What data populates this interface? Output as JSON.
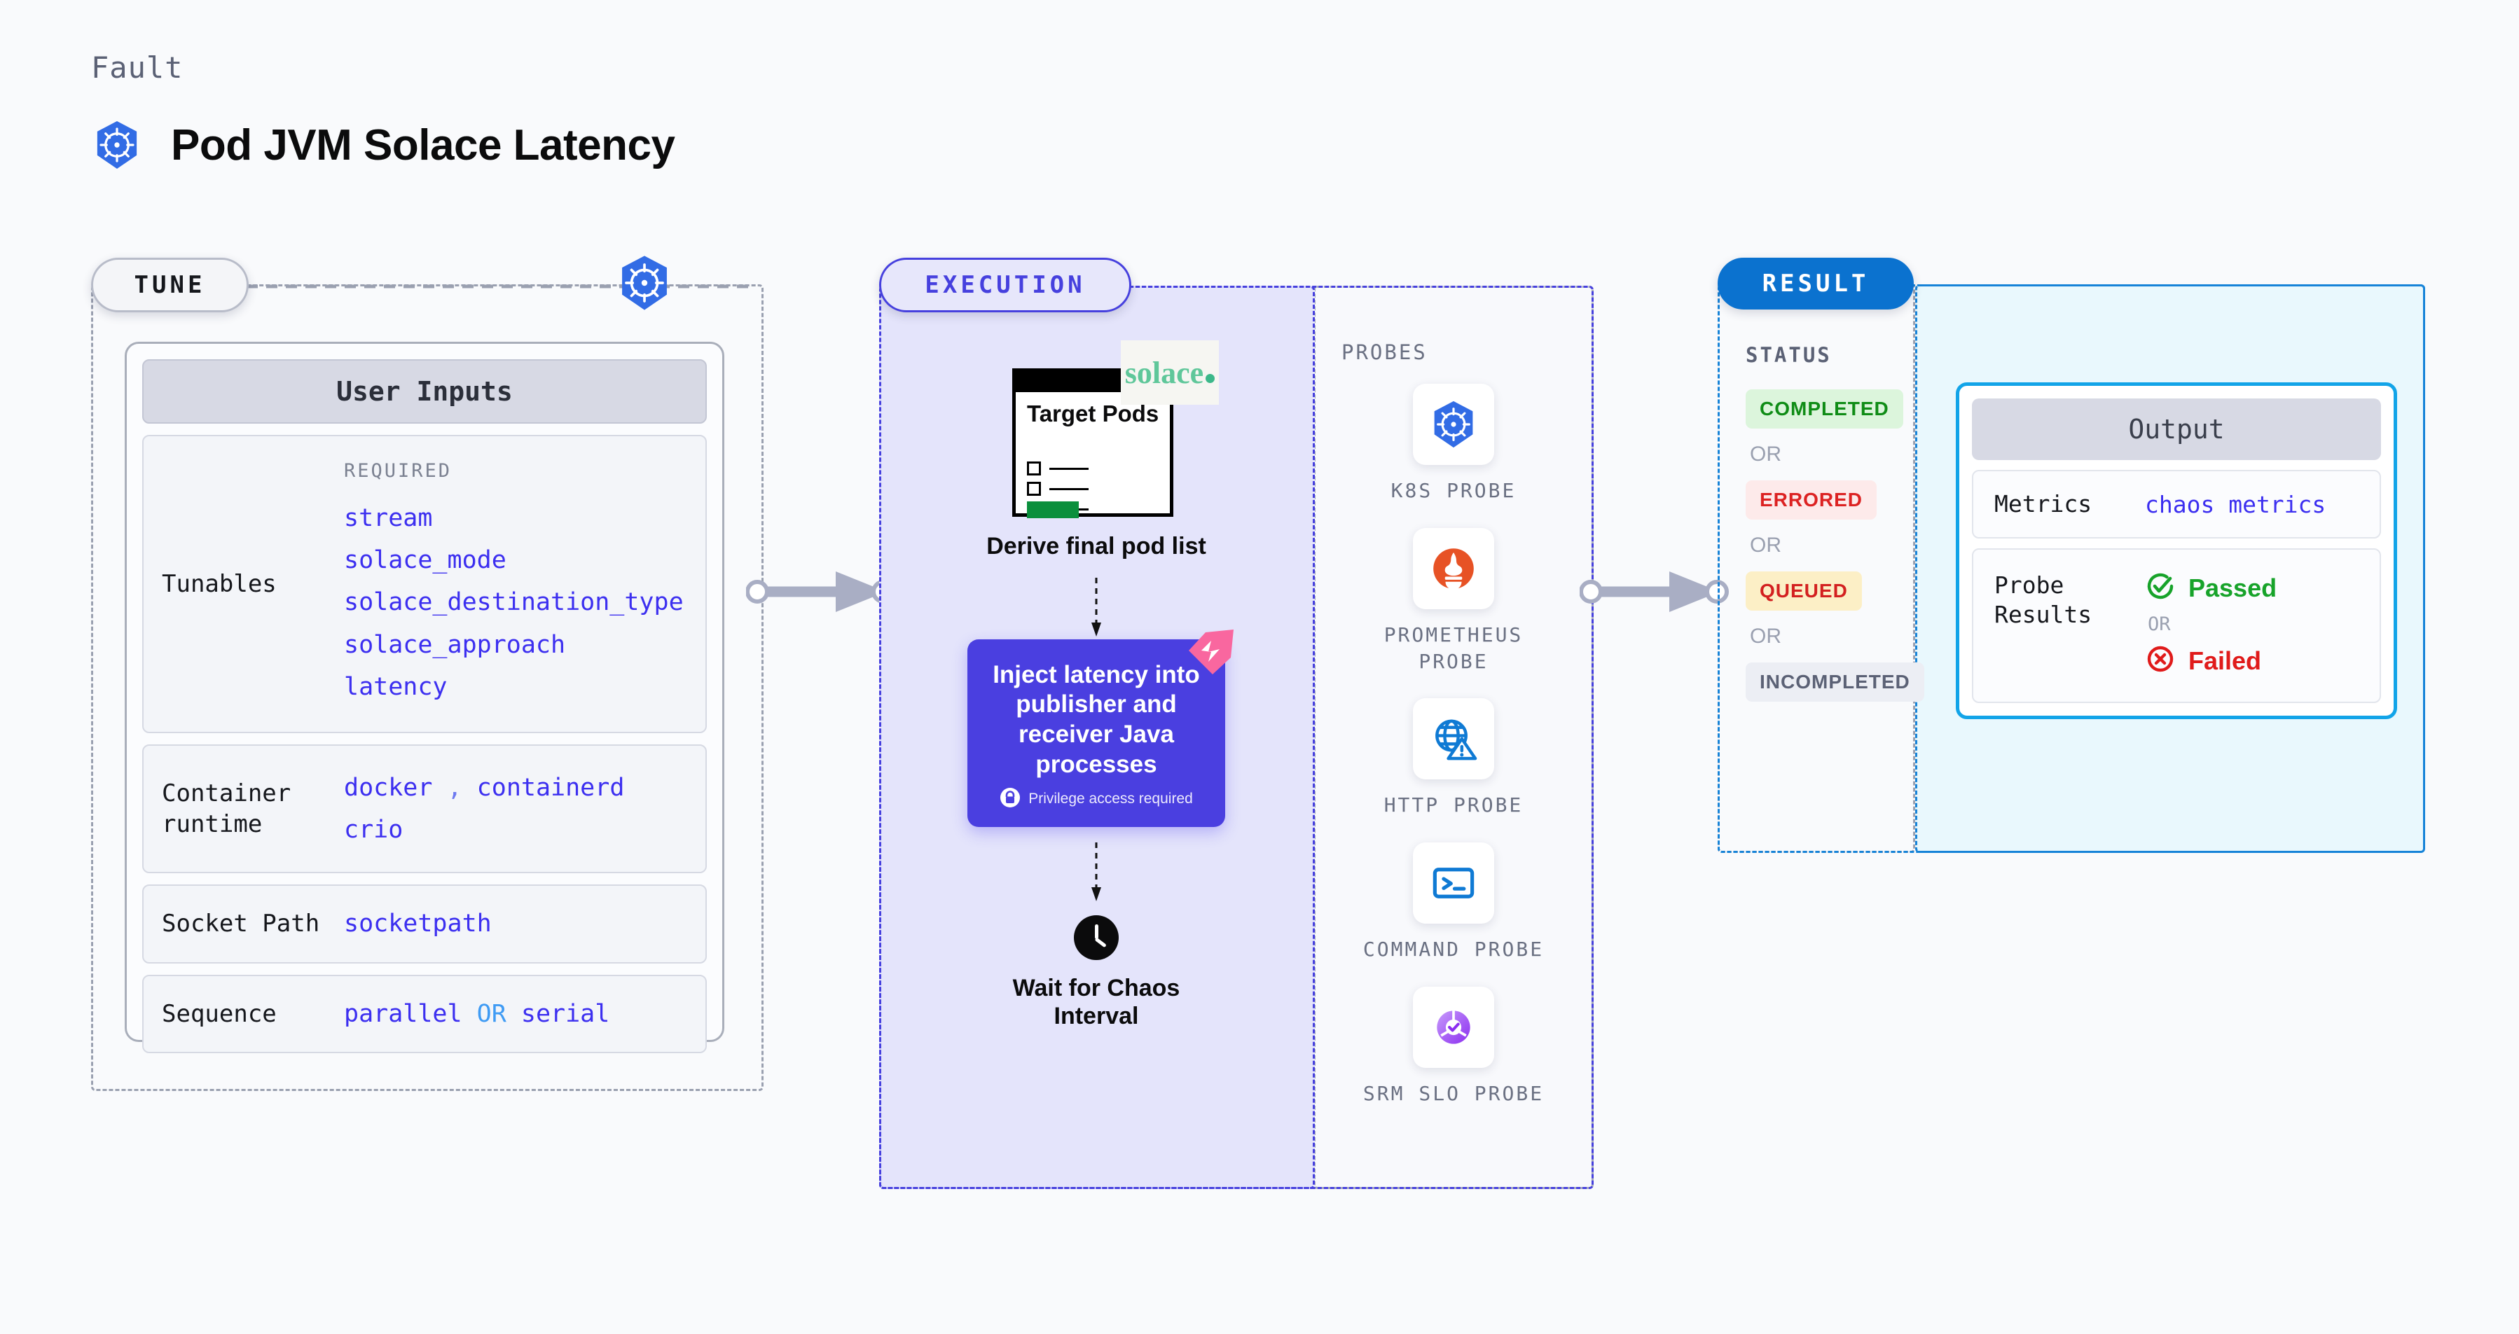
{
  "header": {
    "kicker": "Fault",
    "title": "Pod JVM Solace Latency",
    "icon": "kubernetes-icon"
  },
  "tune": {
    "pill_label": "TUNE",
    "card_title": "User Inputs",
    "badge_icon": "kubernetes-icon",
    "rows": [
      {
        "label": "Tunables",
        "required_label": "REQUIRED",
        "values": [
          "stream",
          "solace_mode",
          "solace_destination_type",
          "solace_approach",
          "latency"
        ]
      },
      {
        "label": "Container runtime",
        "values": [
          "docker",
          "containerd",
          "crio"
        ],
        "separator": ","
      },
      {
        "label": "Socket Path",
        "values": [
          "socketpath"
        ]
      },
      {
        "label": "Sequence",
        "values": [
          "parallel",
          "serial"
        ],
        "separator": "OR"
      }
    ]
  },
  "execution": {
    "pill_label": "EXECUTION",
    "steps": [
      {
        "doc_title": "Target Pods",
        "logo_text": "solace",
        "caption": "Derive final pod list",
        "icon": "document-checklist-icon"
      },
      {
        "label": "Inject latency into publisher and receiver Java processes",
        "privilege_note": "Privilege access required",
        "privilege_icon": "lock-icon",
        "ribbon_icon": "chaos-ribbon-icon"
      },
      {
        "caption": "Wait for Chaos Interval",
        "icon": "clock-icon"
      }
    ]
  },
  "probes": {
    "title": "PROBES",
    "items": [
      {
        "label": "K8S PROBE",
        "icon": "kubernetes-icon"
      },
      {
        "label": "PROMETHEUS PROBE",
        "icon": "prometheus-icon"
      },
      {
        "label": "HTTP PROBE",
        "icon": "globe-warning-icon"
      },
      {
        "label": "COMMAND PROBE",
        "icon": "terminal-icon"
      },
      {
        "label": "SRM SLO PROBE",
        "icon": "slo-donut-check-icon"
      }
    ]
  },
  "result": {
    "pill_label": "RESULT",
    "status_title": "STATUS",
    "or_label": "OR",
    "statuses": [
      {
        "label": "COMPLETED",
        "style": "b-completed"
      },
      {
        "label": "ERRORED",
        "style": "b-errored"
      },
      {
        "label": "QUEUED",
        "style": "b-queued"
      },
      {
        "label": "INCOMPLETED",
        "style": "b-incompleted"
      }
    ],
    "output": {
      "title": "Output",
      "metrics_label": "Metrics",
      "metrics_value": "chaos metrics",
      "probe_results_label": "Probe Results",
      "passed_label": "Passed",
      "failed_label": "Failed",
      "or_label": "OR",
      "passed_icon": "check-circle-icon",
      "failed_icon": "x-circle-icon"
    }
  },
  "colors": {
    "accent_blue": "#3c2ff0",
    "exec_purple": "#4640de",
    "result_blue": "#0b72cf",
    "output_cyan": "#12a4e8",
    "pass_green": "#17a32a",
    "fail_red": "#e01b1b"
  }
}
